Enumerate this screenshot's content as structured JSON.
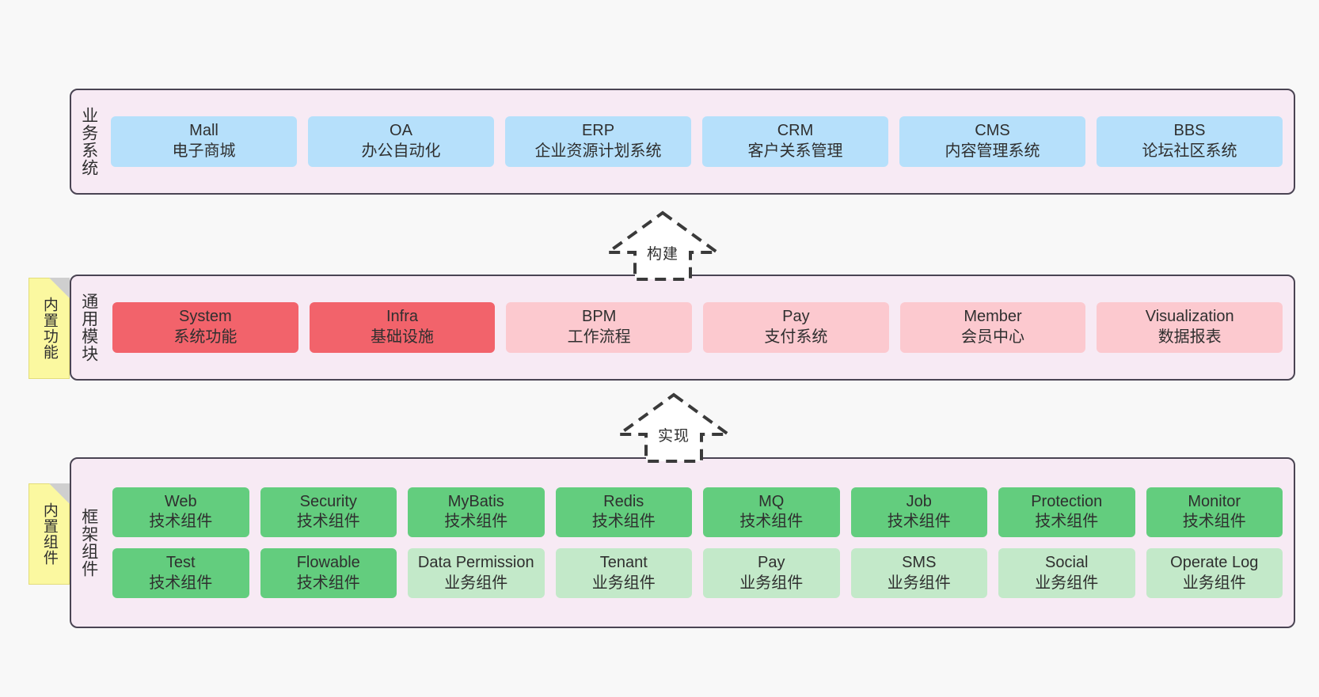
{
  "layers": [
    {
      "id": "business",
      "title": "业务系统",
      "note": null,
      "rows": [
        {
          "style": "c-blue",
          "cells": [
            {
              "en": "Mall",
              "cn": "电子商城"
            },
            {
              "en": "OA",
              "cn": "办公自动化"
            },
            {
              "en": "ERP",
              "cn": "企业资源计划系统"
            },
            {
              "en": "CRM",
              "cn": "客户关系管理"
            },
            {
              "en": "CMS",
              "cn": "内容管理系统"
            },
            {
              "en": "BBS",
              "cn": "论坛社区系统"
            }
          ]
        }
      ]
    },
    {
      "id": "common",
      "title": "通用模块",
      "note": "内置功能",
      "rows": [
        {
          "style": "mixed",
          "cells": [
            {
              "en": "System",
              "cn": "系统功能",
              "style": "c-red"
            },
            {
              "en": "Infra",
              "cn": "基础设施",
              "style": "c-red"
            },
            {
              "en": "BPM",
              "cn": "工作流程",
              "style": "c-red-light"
            },
            {
              "en": "Pay",
              "cn": "支付系统",
              "style": "c-red-light"
            },
            {
              "en": "Member",
              "cn": "会员中心",
              "style": "c-red-light"
            },
            {
              "en": "Visualization",
              "cn": "数据报表",
              "style": "c-red-light"
            }
          ]
        }
      ]
    },
    {
      "id": "framework",
      "title": "框架组件",
      "note": "内置组件",
      "rows": [
        {
          "style": "c-green",
          "cells": [
            {
              "en": "Web",
              "cn": "技术组件"
            },
            {
              "en": "Security",
              "cn": "技术组件"
            },
            {
              "en": "MyBatis",
              "cn": "技术组件"
            },
            {
              "en": "Redis",
              "cn": "技术组件"
            },
            {
              "en": "MQ",
              "cn": "技术组件"
            },
            {
              "en": "Job",
              "cn": "技术组件"
            },
            {
              "en": "Protection",
              "cn": "技术组件"
            },
            {
              "en": "Monitor",
              "cn": "技术组件"
            }
          ]
        },
        {
          "style": "mixed",
          "cells": [
            {
              "en": "Test",
              "cn": "技术组件",
              "style": "c-green"
            },
            {
              "en": "Flowable",
              "cn": "技术组件",
              "style": "c-green"
            },
            {
              "en": "Data Permission",
              "cn": "业务组件",
              "style": "c-green-light"
            },
            {
              "en": "Tenant",
              "cn": "业务组件",
              "style": "c-green-light"
            },
            {
              "en": "Pay",
              "cn": "业务组件",
              "style": "c-green-light"
            },
            {
              "en": "SMS",
              "cn": "业务组件",
              "style": "c-green-light"
            },
            {
              "en": "Social",
              "cn": "业务组件",
              "style": "c-green-light"
            },
            {
              "en": "Operate Log",
              "cn": "业务组件",
              "style": "c-green-light"
            }
          ]
        }
      ]
    }
  ],
  "arrows": [
    {
      "id": "build",
      "label": "构建"
    },
    {
      "id": "implement",
      "label": "实现"
    }
  ],
  "colors": {
    "background": "#f8f8f8",
    "band_fill": "#f7eaf4",
    "band_border": "#4a4453",
    "note_fill": "#fbf8a0",
    "note_fold": "#cfcfcf",
    "business_cell": "#b6e0fb",
    "module_primary": "#f2636b",
    "module_secondary": "#fcc9cf",
    "component_primary": "#63cd7e",
    "component_secondary": "#c3e9c9",
    "arrow_stroke": "#3a3a3a"
  }
}
